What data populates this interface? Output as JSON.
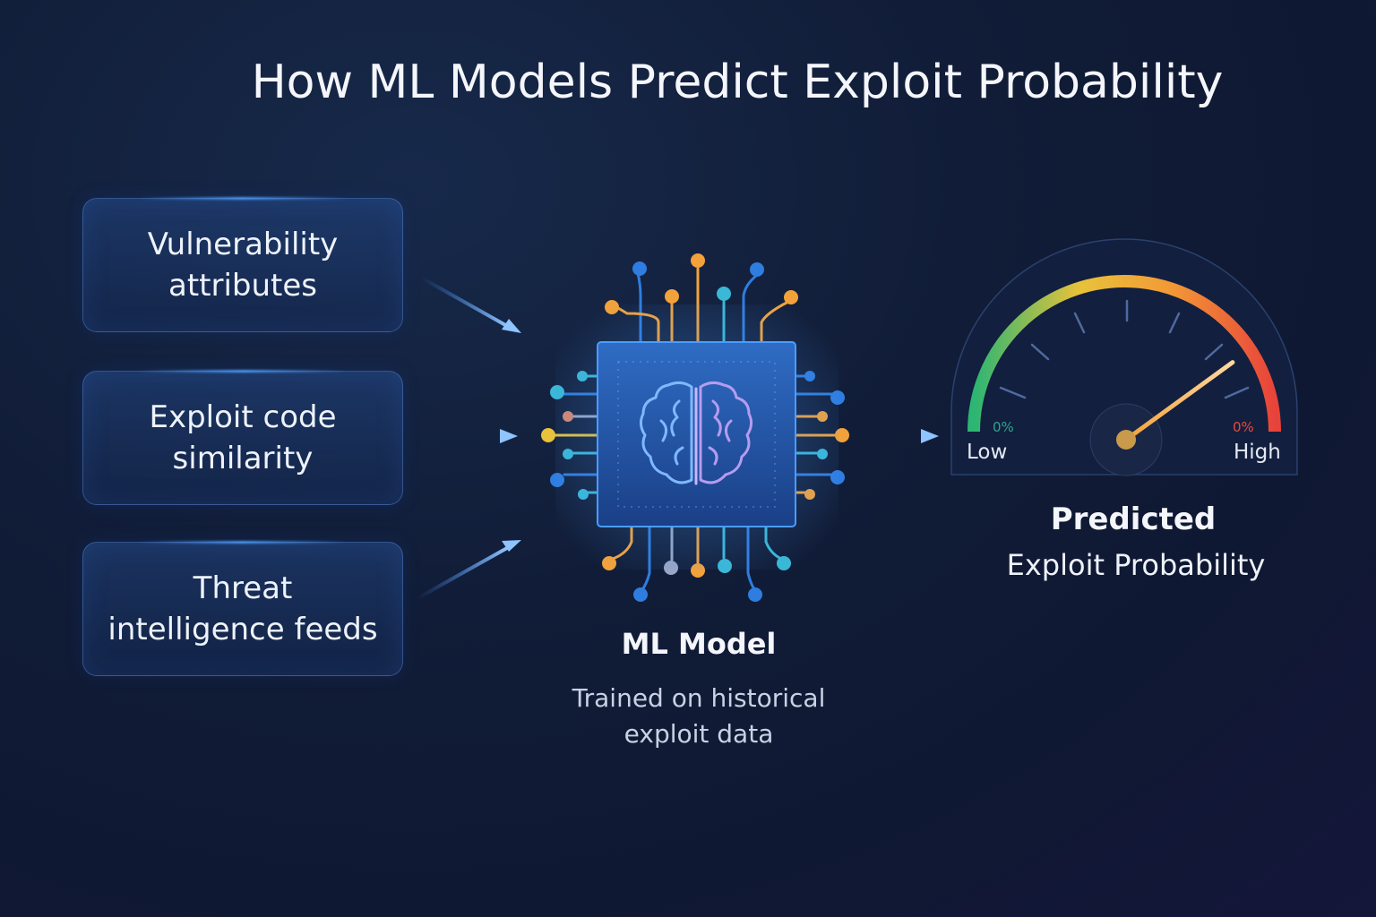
{
  "title": "How ML Models Predict Exploit Probability",
  "inputs": [
    {
      "label": "Vulnerability\nattributes"
    },
    {
      "label": "Exploit code\nsimilarity"
    },
    {
      "label": "Threat\nintelligence feeds"
    }
  ],
  "model": {
    "title": "ML Model",
    "subtitle": "Trained on historical\nexploit data",
    "icon": "brain-icon"
  },
  "gauge": {
    "low_label": "Low",
    "high_label": "High",
    "left_percent": "0%",
    "right_percent": "0%",
    "needle_level": 0.8,
    "colors": [
      "#2bb673",
      "#e8c23a",
      "#f29a36",
      "#e8433a"
    ]
  },
  "output": {
    "title": "Predicted",
    "subtitle": "Exploit Probability"
  },
  "colors": {
    "background": "#111d38",
    "accent": "#3b8cff",
    "chip": "#2a5fb0"
  }
}
